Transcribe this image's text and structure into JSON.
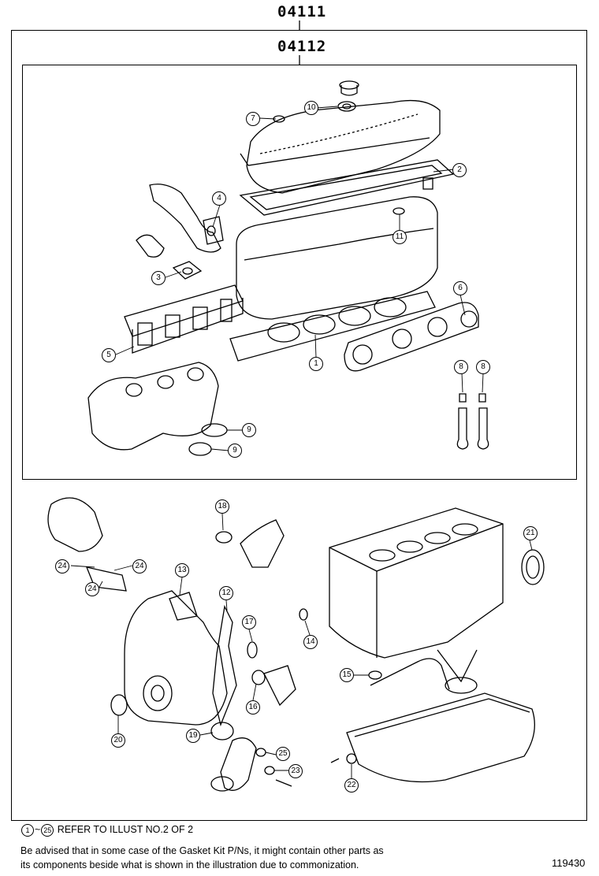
{
  "kit_codes": {
    "outer": "04111",
    "inner": "04112"
  },
  "callouts": [
    "1",
    "2",
    "3",
    "4",
    "5",
    "6",
    "7",
    "8",
    "8",
    "9",
    "9",
    "10",
    "11",
    "12",
    "13",
    "14",
    "15",
    "16",
    "17",
    "18",
    "19",
    "20",
    "21",
    "22",
    "23",
    "24",
    "24",
    "24",
    "25"
  ],
  "footer": {
    "range_start": "1",
    "range_sep": "~",
    "range_end": "25",
    "refer_text": "REFER TO ILLUST NO.2 OF 2",
    "advisory_line1": "Be advised that in some case of the Gasket Kit P/Ns,  it might contain other parts as",
    "advisory_line2": "its components beside what is shown in the illustration due to commonization."
  },
  "figure_number": "119430"
}
